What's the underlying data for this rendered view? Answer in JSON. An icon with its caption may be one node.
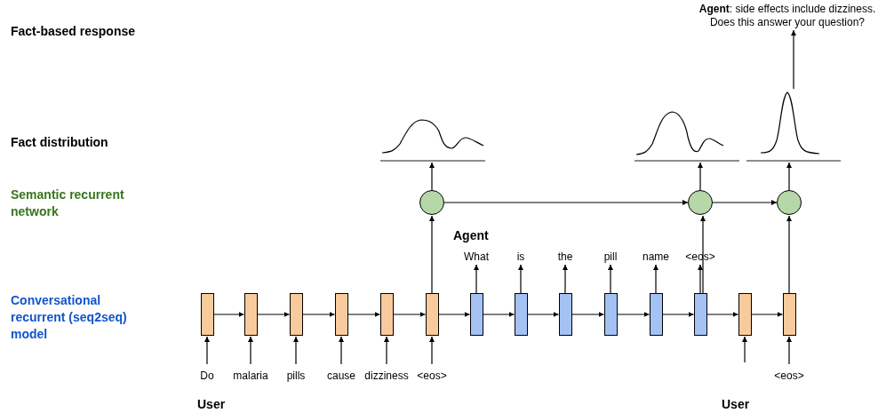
{
  "diagram": {
    "nodes": [
      {
        "text": [
          "**Agent**: side effects include dizziness. Does this answer your question?"
        ]
      },
      {
        "text": [],
        "shape": "picture"
      },
      {
        "text": [],
        "shape": "picture"
      },
      {
        "text": [],
        "shape": "picture"
      },
      {
        "text": [],
        "shape": "circle"
      },
      {
        "text": [],
        "shape": "circle"
      },
      {
        "text": [],
        "shape": "circle"
      },
      {
        "text": [
          "What"
        ]
      },
      {
        "text": [
          "is"
        ]
      },
      {
        "text": [
          "the"
        ]
      },
      {
        "text": [
          "pill"
        ]
      },
      {
        "text": [
          "name"
        ]
      },
      {
        "text": [
          "<eos>"
        ]
      },
      {
        "text": [],
        "shape": "box"
      },
      {
        "text": [],
        "shape": "box"
      },
      {
        "text": [],
        "shape": "box"
      },
      {
        "text": [],
        "shape": "box"
      },
      {
        "text": [],
        "shape": "box"
      },
      {
        "text": [],
        "shape": "box"
      },
      {
        "text": [],
        "shape": "box"
      },
      {
        "text": [],
        "shape": "box"
      },
      {
        "text": [],
        "shape": "box"
      },
      {
        "text": [],
        "shape": "box"
      },
      {
        "text": [],
        "shape": "box"
      },
      {
        "text": [],
        "shape": "box"
      },
      {
        "text": [],
        "shape": "box"
      },
      {
        "text": [],
        "shape": "box"
      },
      {
        "text": [
          "Do"
        ]
      },
      {
        "text": [
          "malaria"
        ]
      },
      {
        "text": [
          "pills"
        ]
      },
      {
        "text": [
          "cause"
        ]
      },
      {
        "text": [
          "dizziness"
        ]
      },
      {
        "text": [
          "<eos>"
        ]
      },
      {
        "text": [
          "<eos>"
        ]
      }
    ],
    "edges": [
      {
        "from": 27,
        "to": 13,
        "arrow": "to"
      },
      {
        "from": 28,
        "to": 14,
        "arrow": "to"
      },
      {
        "from": 29,
        "to": 15,
        "arrow": "to"
      },
      {
        "from": 30,
        "to": 16,
        "arrow": "to"
      },
      {
        "from": 31,
        "to": 17,
        "arrow": "to"
      },
      {
        "from": 32,
        "to": 18,
        "arrow": "to"
      },
      {
        "from": null,
        "to": 25,
        "arrow": "to"
      },
      {
        "from": 33,
        "to": 26,
        "arrow": "to"
      },
      {
        "from": 13,
        "to": 14,
        "arrow": "to"
      },
      {
        "from": 14,
        "to": 15,
        "arrow": "to"
      },
      {
        "from": 15,
        "to": 16,
        "arrow": "to"
      },
      {
        "from": 16,
        "to": 17,
        "arrow": "to"
      },
      {
        "from": 17,
        "to": 18,
        "arrow": "to"
      },
      {
        "from": 18,
        "to": 19,
        "arrow": "to"
      },
      {
        "from": 19,
        "to": 20,
        "arrow": "to"
      },
      {
        "from": 20,
        "to": 21,
        "arrow": "to"
      },
      {
        "from": 21,
        "to": 22,
        "arrow": "to"
      },
      {
        "from": 22,
        "to": 23,
        "arrow": "to"
      },
      {
        "from": 23,
        "to": 24,
        "arrow": "to"
      },
      {
        "from": 24,
        "to": 25,
        "arrow": "to"
      },
      {
        "from": 25,
        "to": 26,
        "arrow": "to"
      },
      {
        "from": 19,
        "to": 7,
        "arrow": "to"
      },
      {
        "from": 20,
        "to": 8,
        "arrow": "to"
      },
      {
        "from": 21,
        "to": 9,
        "arrow": "to"
      },
      {
        "from": 22,
        "to": 10,
        "arrow": "to"
      },
      {
        "from": 23,
        "to": 11,
        "arrow": "to"
      },
      {
        "from": 24,
        "to": 12,
        "arrow": "to"
      },
      {
        "from": 18,
        "to": 4,
        "arrow": "to"
      },
      {
        "from": 24,
        "to": 5,
        "arrow": "to"
      },
      {
        "from": 26,
        "to": 6,
        "arrow": "to"
      },
      {
        "from": 4,
        "to": 5,
        "arrow": "to"
      },
      {
        "from": 5,
        "to": 6,
        "arrow": "to"
      },
      {
        "from": 4,
        "to": 1,
        "arrow": "to"
      },
      {
        "from": 5,
        "to": 2,
        "arrow": "to"
      },
      {
        "from": 6,
        "to": 3,
        "arrow": "to"
      },
      {
        "from": 3,
        "to": 0,
        "arrow": "to"
      }
    ],
    "labels": [
      "Fact-based response",
      "Fact distribution",
      "Semantic recurrent network",
      "Conversational recurrent (seq2seq) model",
      "Agent",
      "User",
      "User"
    ]
  }
}
